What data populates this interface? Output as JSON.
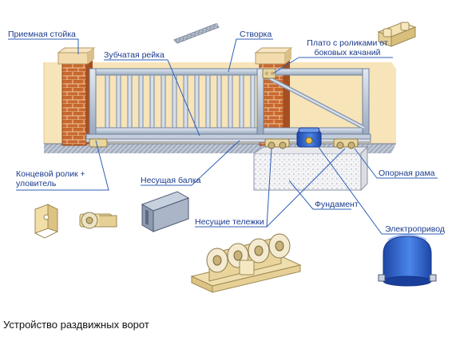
{
  "labels": {
    "receiving_post": "Приемная стойка",
    "gear_rack": "Зубчатая рейка",
    "leaf": "Створка",
    "roller_plate": "Плато с роликами от боковых качаний",
    "end_roller": "Концевой ролик + уловитель",
    "bearing_beam": "Несущая балка",
    "support_frame": "Опорная рама",
    "foundation": "Фундамент",
    "carriages": "Несущие тележки",
    "drive": "Электропривод"
  },
  "caption": "Устройство раздвижных ворот",
  "colors": {
    "label_text": "#1a3a8c",
    "leader_line": "#2f5fb5",
    "brick": "#c8682e",
    "cap": "#f2dcae",
    "wall": "#f7e4b8",
    "steel": "#a8b8cc",
    "drive_body": "#2a5cc8"
  }
}
